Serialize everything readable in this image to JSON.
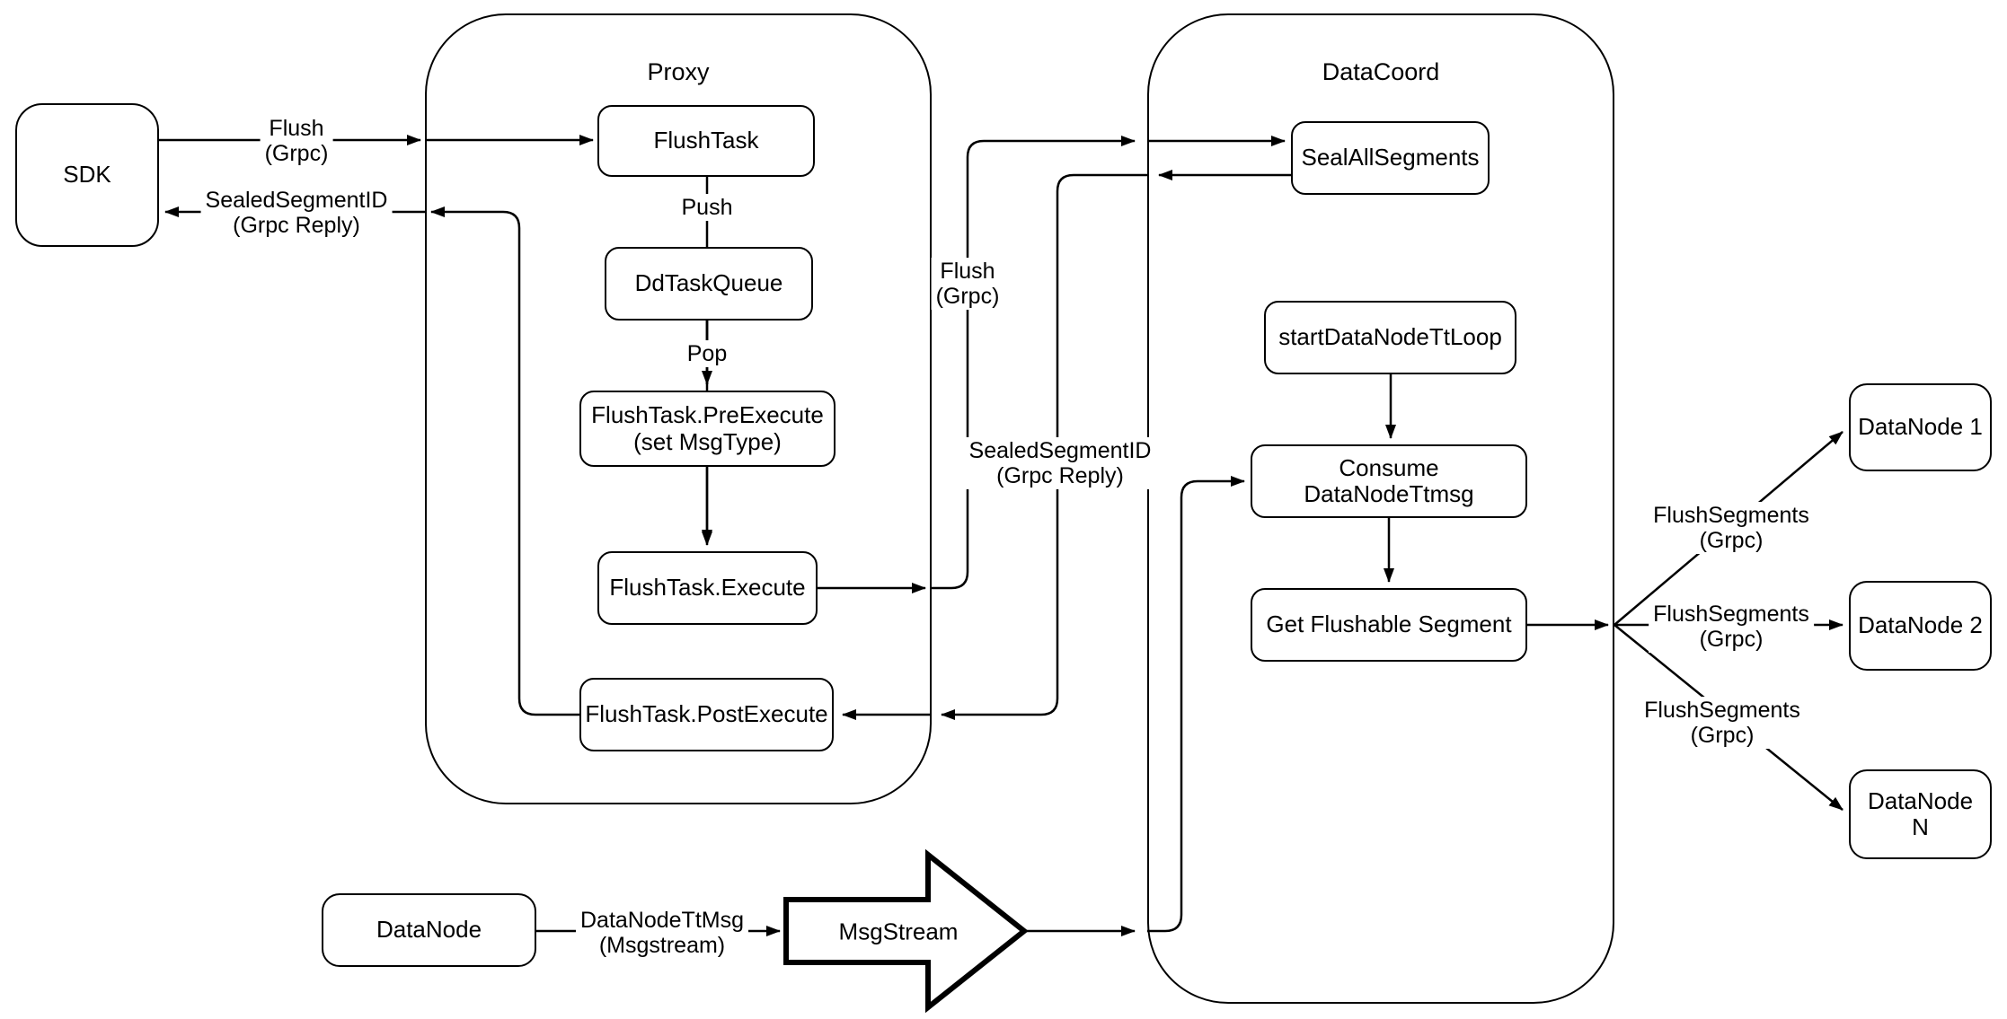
{
  "diagram": {
    "colors": {
      "stroke": "#000000",
      "background": "#ffffff"
    },
    "containers": {
      "proxy": {
        "label": "Proxy"
      },
      "datacoord": {
        "label": "DataCoord"
      }
    },
    "nodes": {
      "sdk": {
        "label": "SDK"
      },
      "flush_task": {
        "label": "FlushTask"
      },
      "dd_task_queue": {
        "label": "DdTaskQueue"
      },
      "pre_execute": {
        "label": "FlushTask.PreExecute",
        "sublabel": "(set MsgType)"
      },
      "execute": {
        "label": "FlushTask.Execute"
      },
      "post_execute": {
        "label": "FlushTask.PostExecute"
      },
      "seal_all_segments": {
        "label": "SealAllSegments"
      },
      "start_datanode_tt_loop": {
        "label": "startDataNodeTtLoop"
      },
      "consume_datanode_ttmsg": {
        "label": "Consume DataNodeTtmsg"
      },
      "get_flushable_segment": {
        "label": "Get Flushable Segment"
      },
      "datanode_1": {
        "label": "DataNode 1"
      },
      "datanode_2": {
        "label": "DataNode 2"
      },
      "datanode_n": {
        "label": "DataNode N"
      },
      "datanode": {
        "label": "DataNode"
      },
      "msgstream": {
        "label": "MsgStream"
      }
    },
    "edge_labels": {
      "flush_grpc_sdk": {
        "line1": "Flush",
        "line2": "(Grpc)"
      },
      "sealed_reply_sdk": {
        "line1": "SealedSegmentID",
        "line2": "(Grpc Reply)"
      },
      "push": {
        "text": "Push"
      },
      "pop": {
        "text": "Pop"
      },
      "flush_grpc_mid": {
        "line1": "Flush",
        "line2": "(Grpc)"
      },
      "sealed_reply_mid": {
        "line1": "SealedSegmentID",
        "line2": "(Grpc Reply)"
      },
      "flush_segments_1": {
        "line1": "FlushSegments",
        "line2": "(Grpc)"
      },
      "flush_segments_2": {
        "line1": "FlushSegments",
        "line2": "(Grpc)"
      },
      "flush_segments_3": {
        "line1": "FlushSegments",
        "line2": "(Grpc)"
      },
      "datanode_ttmsg": {
        "line1": "DataNodeTtMsg",
        "line2": "(Msgstream)"
      }
    }
  }
}
